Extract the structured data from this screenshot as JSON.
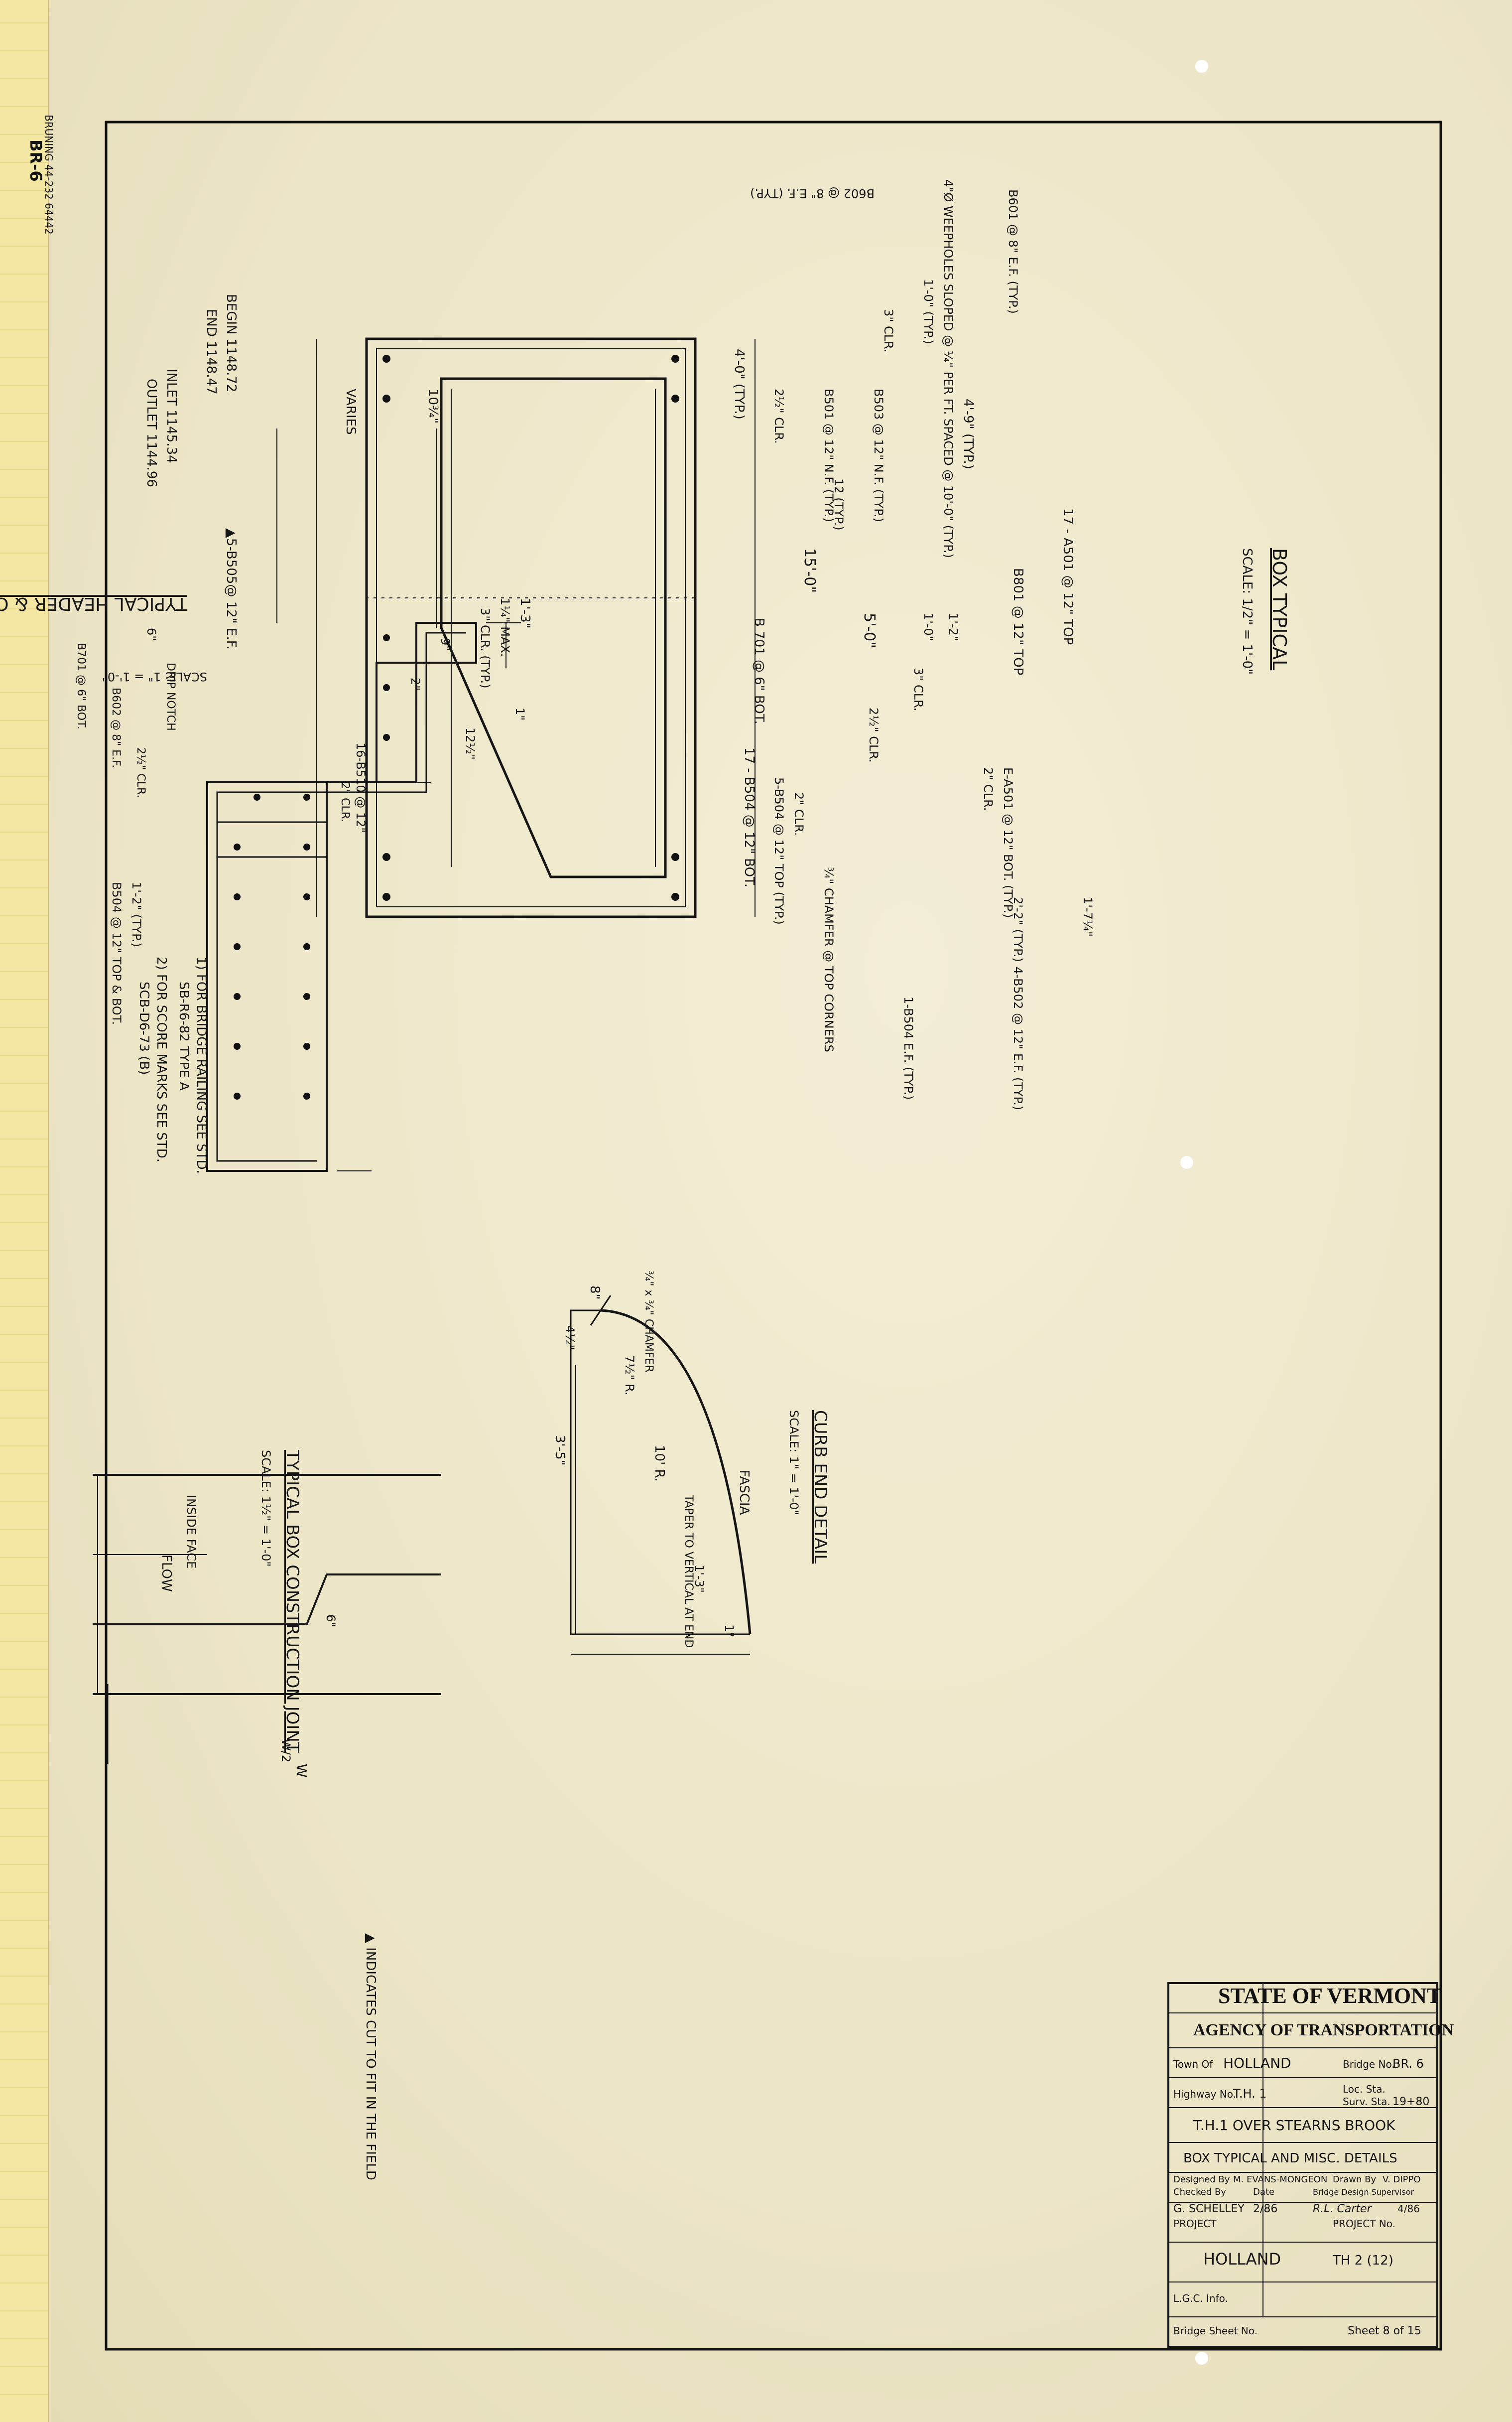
{
  "stamps": {
    "bruning": "BRUNING 44-232 64442",
    "sheet_mark": "BR-6"
  },
  "notes": {
    "n1": "1) FOR BRIDGE RAILING SEE STD.",
    "n1b": "SB-R6-82 TYPE A",
    "n2": "2) FOR SCORE MARKS SEE STD.",
    "n2b": "SCB-D6-73 (B)",
    "triangle": "▲ INDICATES CUT TO FIT IN THE FIELD"
  },
  "header_detail": {
    "title": "TYPICAL HEADER & CURB DETAIL",
    "scale": "SCALE: 1\" = 1'-0\"",
    "labels": {
      "begin": "BEGIN 1148.72",
      "end": "END 1148.47",
      "inlet": "INLET 1145.34",
      "outlet": "OUTLET 1144.96",
      "varies": "VARIES",
      "d10": "10¾\"",
      "top_bars": "▲5-B505@ 12\" E.F.",
      "d13": "1'-3\"",
      "d14": "1¼\" MAX.",
      "d3clr": "3\" CLR. (TYP.)",
      "d9": "9\"",
      "d2": "2\"",
      "d1": "1\"",
      "d125": "12½\"",
      "d6": "6\"",
      "drip": "DRIP NOTCH",
      "b602": "B602 @ 8\" E.F.",
      "b701": "B701 @ 6\" BOT.",
      "d212": "2½\" CLR.",
      "d2clr": "2\" CLR.",
      "b510": "16-B510 @ 12\"",
      "d12typ": "1'-2\" (TYP.)",
      "b504": "B504 @ 12\" TOP & BOT."
    }
  },
  "box_typical": {
    "title": "BOX TYPICAL",
    "scale": "SCALE: 1/2\" = 1'-0\"",
    "labels": {
      "b602ef": "B602 @ 8\" E.F. (TYP.)",
      "weep": "4\"Ø WEEPHOLES SLOPED @ ¼\" PER FT. SPACED @ 10'-0\" (TYP.)",
      "b601": "B601 @ 8\" E.F. (TYP.)",
      "d10typ": "1'-0\" (TYP.)",
      "clr3": "3\" CLR.",
      "b503": "B503 @ 12\" N.F. (TYP.)",
      "b501": "B501 @ 12\" N.F. (TYP.)",
      "clr212": "2½\" CLR.",
      "d47": "4'-0\" (TYP.)",
      "d49": "4'-9\" (TYP.)",
      "d12typ": "12 (TYP.)",
      "span": "15'-0\"",
      "d5": "5'-0\"",
      "d1012": "1'-2\"",
      "d100": "1'-0\"",
      "b701": "B 701 @ 6\" BOT.",
      "b502top": "17 - B504 @ 12\" BOT.",
      "b801": "B801 @ 12\" TOP",
      "a501": "17 - A501 @ 12\" TOP",
      "clr3b": "3\" CLR.",
      "clr212b": "2½\" CLR.",
      "e_a501": "E-A501 @ 12\" BOT. (TYP.)",
      "e_clr": "2\" CLR.",
      "b504top": "5-B504 @ 12\" TOP (TYP.)",
      "clr2": "2\" CLR.",
      "chamfer": "¾\" CHAMFER @ TOP CORNERS",
      "d712": "1'-7¼\"",
      "d22": "2'-2\" (TYP.)",
      "b502ef": "4-B502 @ 12\" E.F. (TYP.)",
      "b504ef": "1-B504 E.F. (TYP.)"
    }
  },
  "curb_end": {
    "title": "CURB END DETAIL",
    "scale": "SCALE: 1\" = 1'-0\"",
    "labels": {
      "d8": "8\"",
      "d4": "4½\"",
      "chamfer": "¾\" x ¾\" CHAMFER",
      "r712": "7½\" R.",
      "r10": "10' R.",
      "taper": "TAPER TO VERTICAL AT END",
      "d35": "3'-5\"",
      "d13": "1'-3\"",
      "d1": "1\"",
      "fascia": "FASCIA"
    }
  },
  "joint_detail": {
    "title": "TYPICAL BOX CONSTRUCTION JOINT",
    "scale": "SCALE: 1½\" = 1'-0\"",
    "labels": {
      "flow": "FLOW",
      "inside": "INSIDE FACE",
      "d6": "6\"",
      "w2": "W/2",
      "w": "W"
    }
  },
  "title_block": {
    "state": "STATE OF VERMONT",
    "agency": "AGENCY OF TRANSPORTATION",
    "town_label": "Town Of",
    "town": "HOLLAND",
    "bridge_label": "Bridge No.",
    "bridge": "BR. 6",
    "highway_label": "Highway No.",
    "highway": "T.H. 1",
    "loc_label": "Loc. Sta.",
    "surv_label": "Surv. Sta.",
    "surv": "19+80",
    "desc1": "T.H.1 OVER STEARNS BROOK",
    "desc2": "BOX TYPICAL AND MISC. DETAILS",
    "designed_label": "Designed By",
    "designed": "M. EVANS-MONGEON",
    "drawn_label": "Drawn By",
    "drawn": "V. DIPPO",
    "checked_label": "Checked By",
    "checked": "G. SCHELLEY",
    "date_label": "Date",
    "date1": "2/86",
    "supervisor_label": "Bridge Design Supervisor",
    "supervisor": "R.L. Carter",
    "date2": "4/86",
    "project_label": "PROJECT",
    "project": "HOLLAND",
    "project_no_label": "PROJECT No.",
    "project_no": "TH 2 (12)",
    "lgc_label": "L.G.C. Info.",
    "sheet_label": "Bridge Sheet No.",
    "sheet_of": "Sheet 8 of 15"
  }
}
